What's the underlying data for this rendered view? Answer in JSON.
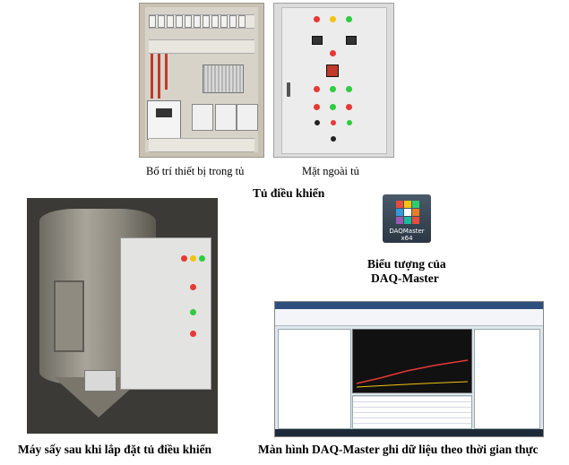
{
  "captions": {
    "interior": "Bố trí thiết bị trong tủ",
    "exterior": "Mặt ngoài tủ",
    "cabinet_title": "Tủ điều khiển",
    "icon_caption_line1": "Biểu tượng của",
    "icon_caption_line2": "DAQ-Master",
    "dryer": "Máy sấy sau khi lắp đặt tủ điều khiển",
    "screen": "Màn hình DAQ-Master ghi dữ liệu theo thời gian thực"
  },
  "icon": {
    "name_line1": "DAQMaster",
    "name_line2": "x64"
  },
  "colors": {
    "lamp_red": "#e53935",
    "lamp_green": "#2ecc40",
    "lamp_yellow": "#f1c40f",
    "plot_line": "#e53935"
  }
}
